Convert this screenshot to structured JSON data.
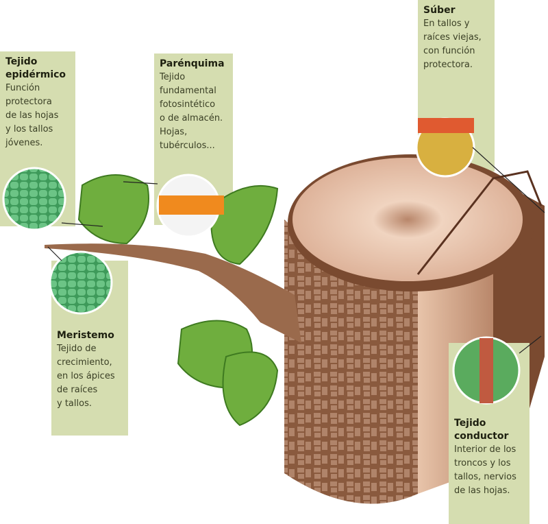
{
  "labels": {
    "epidermico": {
      "title": "Tejido\nepidérmico",
      "text": "Función\nprotectora\nde las hojas\ny los tallos\njóvenes."
    },
    "parenquima": {
      "title": "Parénquima",
      "text": "Tejido\nfundamental\nfotosintético\no de almacén.\nHojas,\ntubérculos..."
    },
    "suber": {
      "title": "Súber",
      "text": "En tallos y\nraíces viejas,\ncon función\nprotectora."
    },
    "meristemo": {
      "title": "Meristemo",
      "text": "Tejido de\ncrecimiento,\nen los ápices\nde raíces\ny tallos."
    },
    "conductor": {
      "title": "Tejido\nconductor",
      "text": "Interior de los\ntroncos y los\ntallos, nervios\nde las hojas."
    }
  },
  "colors": {
    "panel": "#d5ddb0",
    "bark": "#9a6a4c",
    "wood": "#d9b094",
    "leaf": "#6fae3e"
  }
}
